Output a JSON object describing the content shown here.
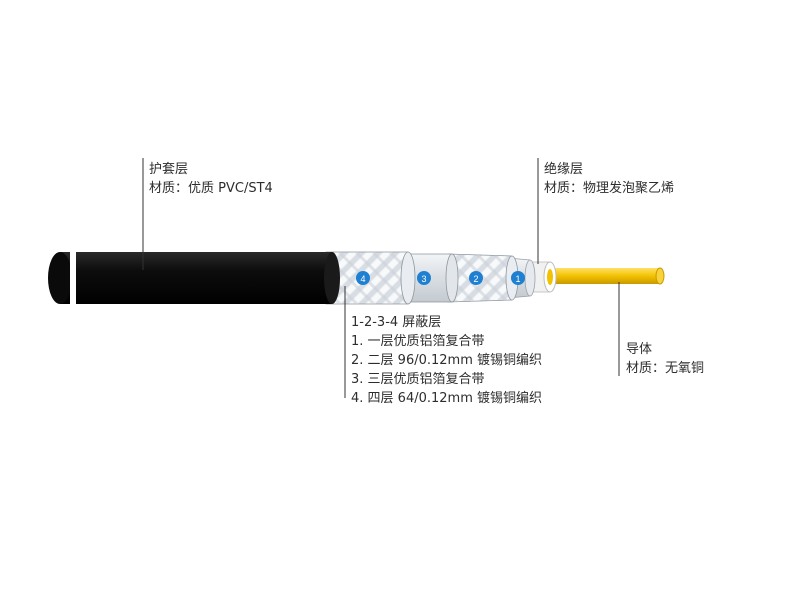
{
  "labels": {
    "jacket": {
      "title": "护套层",
      "material": "材质：优质 PVC/ST4"
    },
    "insulation": {
      "title": "绝缘层",
      "material": "材质：物理发泡聚乙烯"
    },
    "shield": {
      "title": "1-2-3-4 屏蔽层",
      "items": [
        "1. 一层优质铝箔复合带",
        "2. 二层 96/0.12mm 镀锡铜编织",
        "3. 三层优质铝箔复合带",
        "4. 四层 64/0.12mm 镀锡铜编织"
      ]
    },
    "conductor": {
      "title": "导体",
      "material": "材质：无氧铜"
    }
  },
  "badges": [
    "4",
    "3",
    "2",
    "1"
  ],
  "colors": {
    "jacket": "#111111",
    "braid": "#e9eef3",
    "foil": "#dfe4e8",
    "insulation": "#f4f4f4",
    "conductor": "#f2c200",
    "badge": "#1f7fd0",
    "leader": "#333333"
  }
}
